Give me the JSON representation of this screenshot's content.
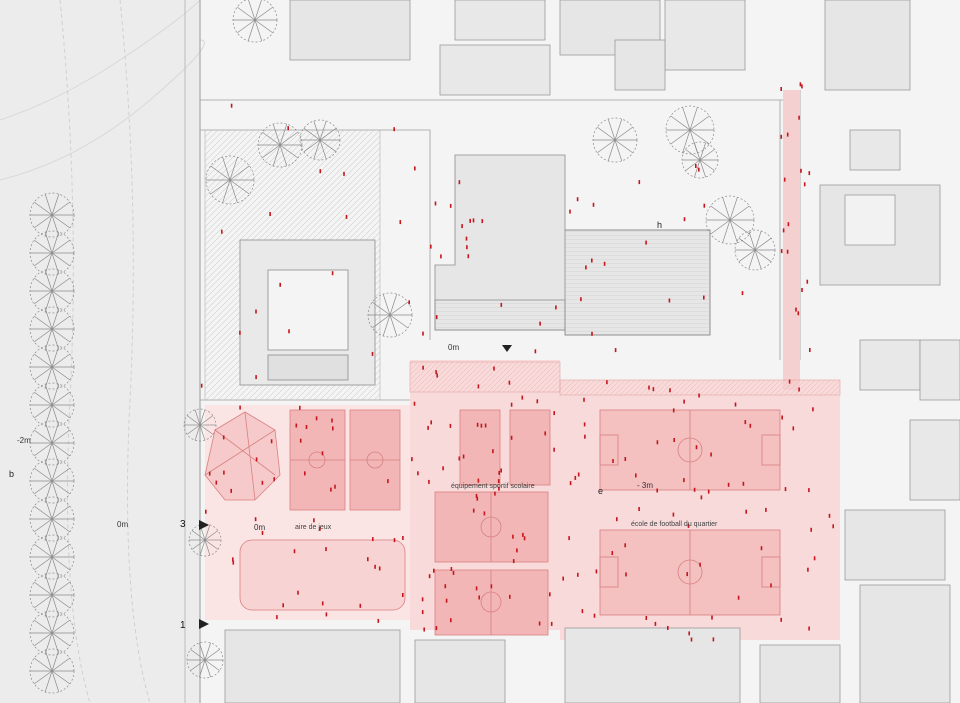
{
  "labels": {
    "aire_de_jeux": "aire de jeux",
    "equipement": "équipement sportif scolaire",
    "ecole_football": "école de football du quartier",
    "level_0m_top": "0m",
    "level_0m_left": "0m",
    "level_0m_playground": "0m",
    "level_minus3": "- 3m",
    "level_minus2": "-2m",
    "marker_h": "h",
    "marker_e": "e",
    "marker_b": "b",
    "entry_3": "3",
    "entry_1": "1"
  },
  "colors": {
    "ground": "#f4f4f4",
    "building": "#e6e6e6",
    "line": "#9a9a9a",
    "pink": "#f5c9c9",
    "pink_dark": "#e98e8e",
    "red_person": "#c4161c"
  }
}
